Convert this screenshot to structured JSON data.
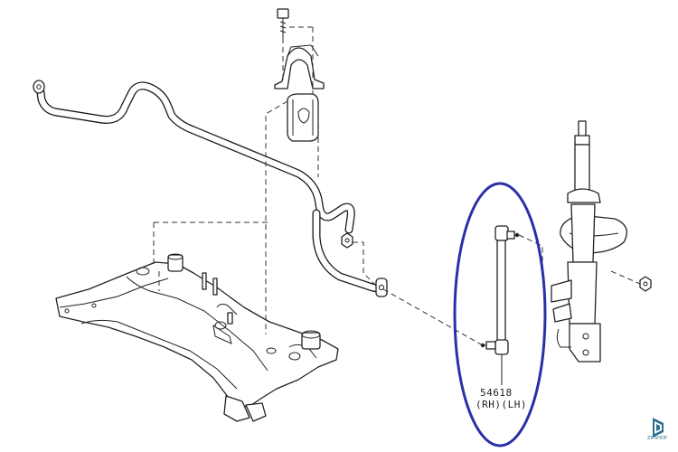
{
  "callout": {
    "part_number": "54618",
    "side_label": "(RH)(LH)",
    "highlight_color": "#2b2fa8"
  },
  "watermark": {
    "text": "ZIPSHOP",
    "icon": "zipshop-logo-icon",
    "color": "#2c6e8e"
  }
}
